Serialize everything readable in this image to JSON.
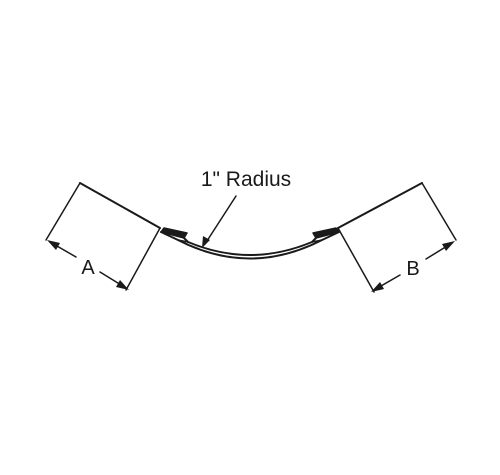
{
  "diagram": {
    "callout_label": "1\" Radius",
    "dimension_a_label": "A",
    "dimension_b_label": "B",
    "colors": {
      "ink": "#1a1a1a",
      "background": "#ffffff"
    }
  }
}
